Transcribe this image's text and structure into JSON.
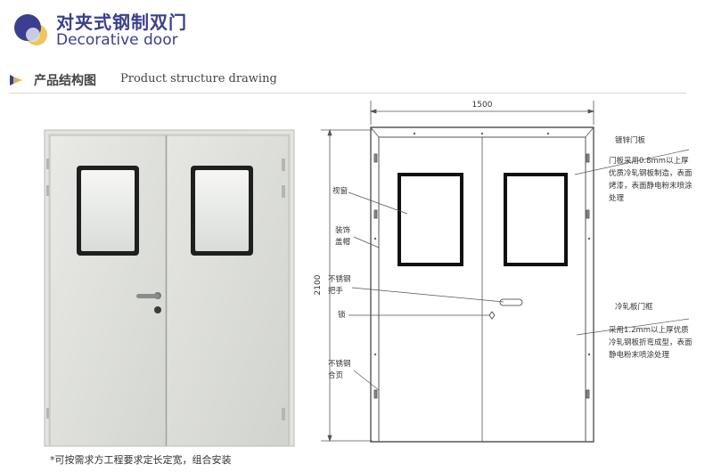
{
  "header": {
    "title_cn": "对夹式钢制双门",
    "title_en": "Decorative door",
    "logo_icon": "two-circles-logo-icon",
    "brand_colors": {
      "primary": "#3a3f8f",
      "accent": "#f2c55a",
      "light": "#d8daf0"
    }
  },
  "section": {
    "title_cn": "产品结构图",
    "title_en": "Product structure drawing",
    "icon": "triangle-arrow-icon"
  },
  "photo": {
    "footnote": "*可按需求方工程要求定长定宽，组合安装"
  },
  "drawing": {
    "width_dim": "1500",
    "height_dim": "2100",
    "labels_left": {
      "window": "视窗",
      "trim_cover": [
        "装饰",
        "盖帽"
      ],
      "handle": [
        "不锈钢",
        "把手"
      ],
      "lock": "锁",
      "hinge": [
        "不锈钢",
        "合页"
      ]
    },
    "labels_right": {
      "door_panel_title": "镀锌门板",
      "door_panel_note": "门板采用0.8mm以上厚优质冷轧钢板制造，表面烤漆，表面静电粉末喷涂处理",
      "frame_title": "冷轧板门框",
      "frame_note": "采用1.2mm以上厚优质冷轧钢板折弯成型，表面静电粉末喷涂处理"
    }
  }
}
